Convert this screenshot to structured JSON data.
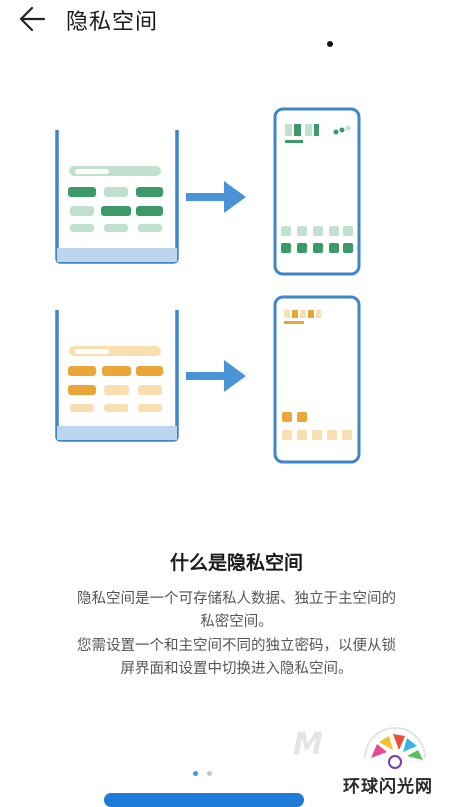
{
  "header": {
    "title": "隐私空间",
    "back_icon": "arrow-left-icon"
  },
  "illustration": {
    "top": {
      "color": "#3c9a69",
      "light_color": "#bfe1cd"
    },
    "bottom": {
      "color": "#eba63a",
      "light_color": "#f8deb0"
    },
    "frame_color": "#3f86c8",
    "arrow_color": "#4a93d6"
  },
  "content": {
    "heading": "什么是隐私空间",
    "paragraph1_line1": "隐私空间是一个可存储私人数据、独立于主空间的",
    "paragraph1_line2": "私密空间。",
    "paragraph2_line1": "您需设置一个和主空间不同的独立密码，以便从锁",
    "paragraph2_line2": "屏界面和设置中切换进入隐私空间。"
  },
  "pager": {
    "current": 1,
    "total": 2
  },
  "watermark": {
    "text": "环球闪光网"
  }
}
